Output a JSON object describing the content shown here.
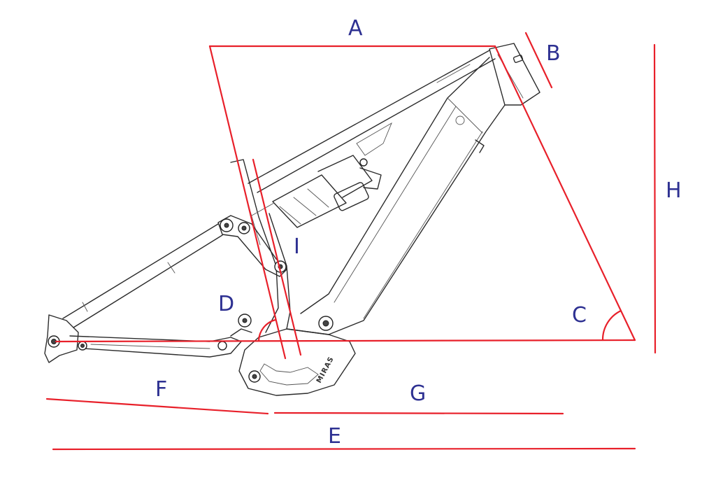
{
  "figure": {
    "labels": {
      "A": "A",
      "B": "B",
      "C": "C",
      "D": "D",
      "E": "E",
      "F": "F",
      "G": "G",
      "H": "H",
      "I": "I"
    },
    "brand_text": "MIRAS",
    "colors": {
      "measure_lines": "#e8202a",
      "labels": "#2e3192",
      "frame": "#2b2b2b"
    }
  }
}
